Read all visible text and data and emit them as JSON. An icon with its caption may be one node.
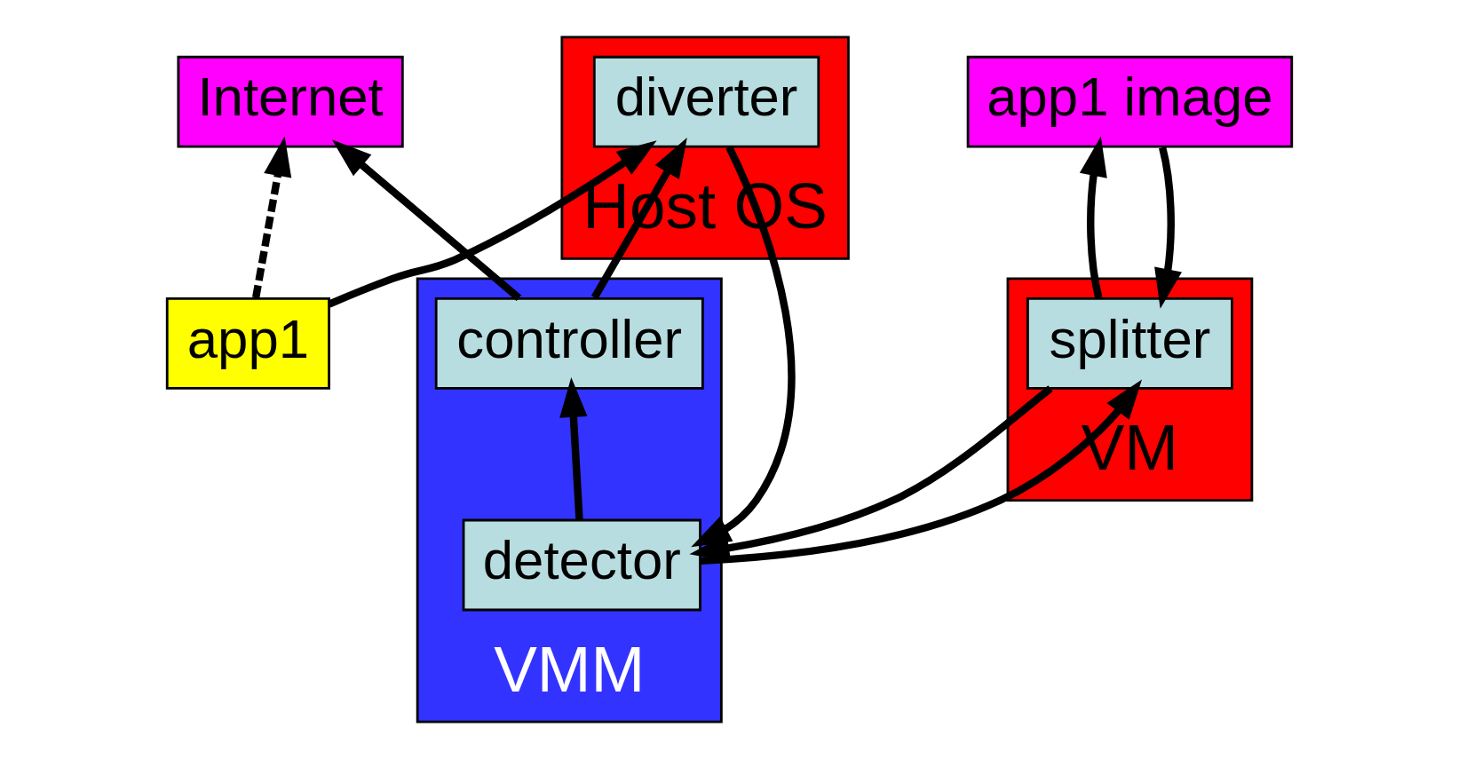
{
  "diagram": {
    "nodes": [
      {
        "text": [
          "Internet"
        ]
      },
      {
        "text": [
          "app1"
        ]
      },
      {
        "text": [
          "Host OS"
        ]
      },
      {
        "text": [
          "diverter"
        ],
        "in": 2
      },
      {
        "text": [
          "VMM"
        ]
      },
      {
        "text": [
          "controller"
        ],
        "in": 4
      },
      {
        "text": [
          "detector"
        ],
        "in": 4
      },
      {
        "text": [
          "app1 image"
        ]
      },
      {
        "text": [
          "VM"
        ]
      },
      {
        "text": [
          "splitter"
        ],
        "in": 8
      }
    ],
    "edges": [
      {
        "from": 1,
        "to": 0,
        "arrow": "to",
        "style": "dashed"
      },
      {
        "from": 5,
        "to": 0,
        "arrow": "to"
      },
      {
        "from": 1,
        "to": 3,
        "arrow": "to"
      },
      {
        "from": 5,
        "to": 3,
        "arrow": "to"
      },
      {
        "from": 3,
        "to": 6,
        "arrow": "to"
      },
      {
        "from": 6,
        "to": 5,
        "arrow": "to"
      },
      {
        "from": 9,
        "to": 6,
        "arrow": "to"
      },
      {
        "from": 6,
        "to": 9,
        "arrow": "to"
      },
      {
        "from": 7,
        "to": 9,
        "arrow": "to"
      },
      {
        "from": 9,
        "to": 7,
        "arrow": "to"
      }
    ]
  }
}
